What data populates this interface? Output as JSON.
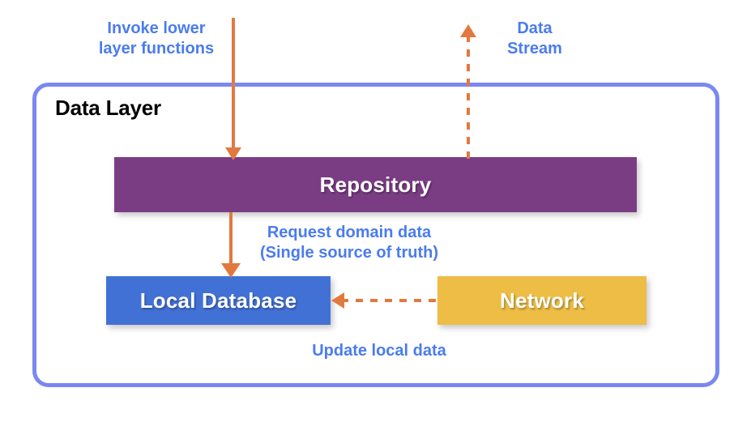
{
  "diagram": {
    "title": "Data Layer",
    "container_label": "Data Layer",
    "colors": {
      "container_border": "#7a88f0",
      "repository": "#7a3d84",
      "local_database": "#4271d6",
      "network": "#edbd45",
      "arrow": "#e2793f",
      "annotation_text": "#4a7cee",
      "node_text": "#ffffff",
      "background": "#ffffff"
    },
    "nodes": [
      {
        "id": "repository",
        "label": "Repository",
        "color": "#7a3d84"
      },
      {
        "id": "local_database",
        "label": "Local Database",
        "color": "#4271d6"
      },
      {
        "id": "network",
        "label": "Network",
        "color": "#edbd45"
      }
    ],
    "annotations": [
      {
        "id": "invoke",
        "text": "Invoke lower\nlayer functions"
      },
      {
        "id": "data_stream",
        "text": "Data\nStream"
      },
      {
        "id": "request_domain",
        "text": "Request domain data\n(Single source of truth)"
      },
      {
        "id": "update_local",
        "text": "Update local data"
      }
    ],
    "arrows": [
      {
        "id": "invoke-arrow",
        "from": "outside-top",
        "to": "repository",
        "style": "solid",
        "direction": "down",
        "label": "Invoke lower layer functions"
      },
      {
        "id": "data-stream-arrow",
        "from": "repository",
        "to": "outside-top",
        "style": "dashed",
        "direction": "up",
        "label": "Data Stream"
      },
      {
        "id": "request-domain-arrow",
        "from": "repository",
        "to": "local_database",
        "style": "solid",
        "direction": "down",
        "label": "Request domain data (Single source of truth)"
      },
      {
        "id": "update-local-arrow",
        "from": "network",
        "to": "local_database",
        "style": "dashed",
        "direction": "left",
        "label": "Update local data"
      }
    ]
  }
}
